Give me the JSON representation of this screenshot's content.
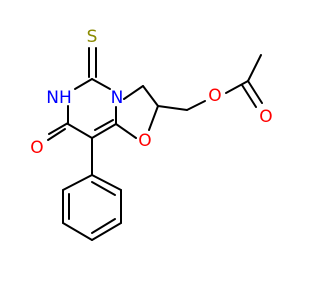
{
  "molecule": {
    "atoms": {
      "S": {
        "label": "S",
        "color": "#8a8a00"
      },
      "N_ring": {
        "label": "N",
        "color": "#0000ff"
      },
      "NH": {
        "label": "NH",
        "color": "#0000ff"
      },
      "O_carbonyl": {
        "label": "O",
        "color": "#ff0000"
      },
      "O_oxazoline": {
        "label": "O",
        "color": "#ff0000"
      },
      "O_ester": {
        "label": "O",
        "color": "#ff0000"
      },
      "O_acetyl": {
        "label": "O",
        "color": "#ff0000"
      }
    },
    "bond_color": "#000000"
  }
}
